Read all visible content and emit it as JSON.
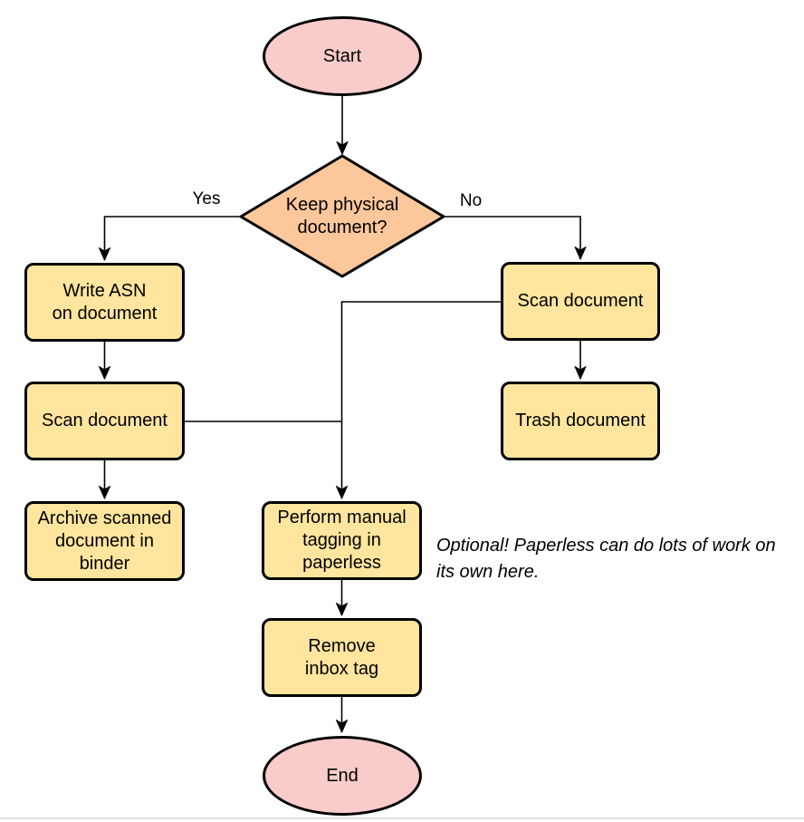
{
  "diagram": {
    "type": "flowchart",
    "nodes": {
      "start": {
        "label": "Start",
        "shape": "terminator"
      },
      "decision": {
        "label": "Keep physical\ndocument?",
        "shape": "decision"
      },
      "write_asn": {
        "label": "Write ASN\non document",
        "shape": "process"
      },
      "scan_left": {
        "label": "Scan document",
        "shape": "process"
      },
      "archive": {
        "label": "Archive scanned\ndocument in\nbinder",
        "shape": "process"
      },
      "scan_right": {
        "label": "Scan document",
        "shape": "process"
      },
      "trash": {
        "label": "Trash document",
        "shape": "process"
      },
      "tagging": {
        "label": "Perform manual\ntagging in\npaperless",
        "shape": "process"
      },
      "remove_inbox": {
        "label": "Remove\ninbox tag",
        "shape": "process"
      },
      "end": {
        "label": "End",
        "shape": "terminator"
      }
    },
    "edge_labels": {
      "yes": "Yes",
      "no": "No"
    },
    "note": "Optional! Paperless can do lots of work on its own here."
  },
  "colors": {
    "terminator-fill": "#f8cccb",
    "decision-fill": "#fcc79b",
    "process-fill": "#ffe59d",
    "node-stroke": "#000000",
    "edge-stroke": "#000000",
    "text": "#000000",
    "background": "#ffffff",
    "footer-divider": "#dde4ea"
  }
}
